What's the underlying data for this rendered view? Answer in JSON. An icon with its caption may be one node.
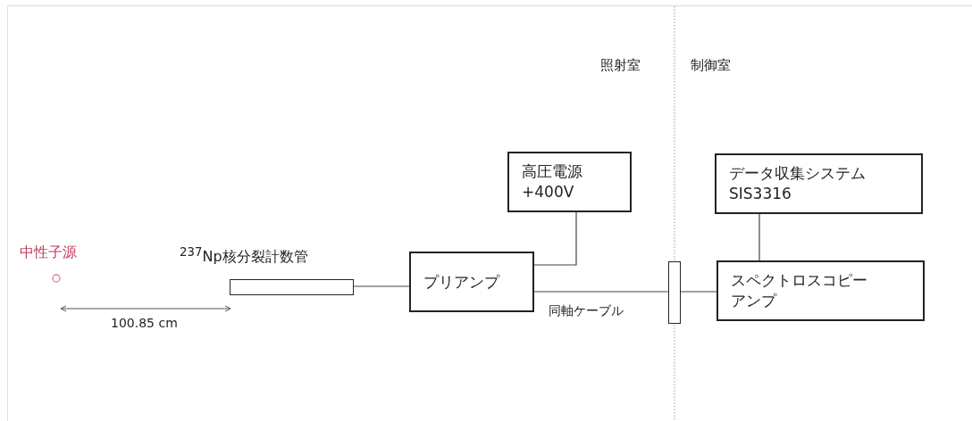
{
  "diagram": {
    "nodes": [
      {
        "text": [],
        "shape": "bar",
        "beside": [
          "$^{237}$Np核分裂計数管"
        ]
      },
      {
        "text": [
          "プリアンプ"
        ]
      },
      {
        "text": [
          "高圧電源",
          "+400V"
        ]
      },
      {
        "text": [],
        "shape": "bar"
      },
      {
        "text": [
          "データ収集システム",
          "SIS3316"
        ]
      },
      {
        "text": [
          "スペクトロスコピーアンプ"
        ]
      }
    ],
    "edges": [
      {
        "from": 0,
        "to": 1,
        "arrow": "none"
      },
      {
        "from": 2,
        "to": 1,
        "arrow": "none"
      },
      {
        "from": 1,
        "to": 3,
        "arrow": "none",
        "label": "同軸ケーブル"
      },
      {
        "from": 3,
        "to": 5,
        "arrow": "none"
      },
      {
        "from": 4,
        "to": 5,
        "arrow": "none"
      }
    ],
    "labels": [
      "照射室",
      "制御室",
      "中性子源",
      "100.85 cm"
    ]
  }
}
